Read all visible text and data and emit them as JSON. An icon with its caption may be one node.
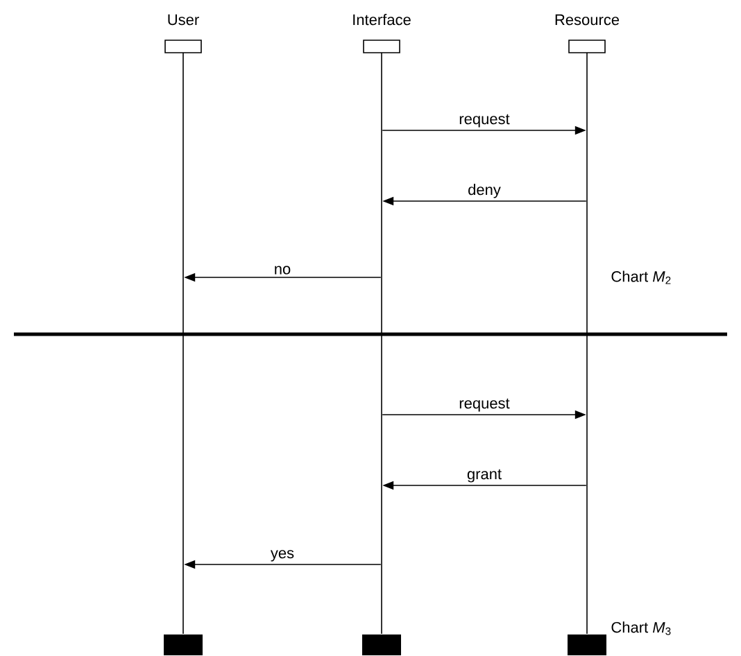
{
  "diagram": {
    "nodes": [
      {
        "text": [
          "User"
        ]
      },
      {
        "text": [
          "Interface"
        ]
      },
      {
        "text": [
          "Resource"
        ]
      }
    ],
    "edges": [
      {
        "from": 1,
        "to": 2,
        "arrow": "to",
        "label": "request"
      },
      {
        "from": 2,
        "to": 1,
        "arrow": "to",
        "label": "deny"
      },
      {
        "from": 1,
        "to": 0,
        "arrow": "to",
        "label": "no"
      },
      {
        "from": 1,
        "to": 2,
        "arrow": "to",
        "label": "request"
      },
      {
        "from": 2,
        "to": 1,
        "arrow": "to",
        "label": "grant"
      },
      {
        "from": 1,
        "to": 0,
        "arrow": "to",
        "label": "yes"
      }
    ],
    "labels": [
      "Chart *M*$_{2}$",
      "Chart *M*$_{3}$"
    ]
  }
}
